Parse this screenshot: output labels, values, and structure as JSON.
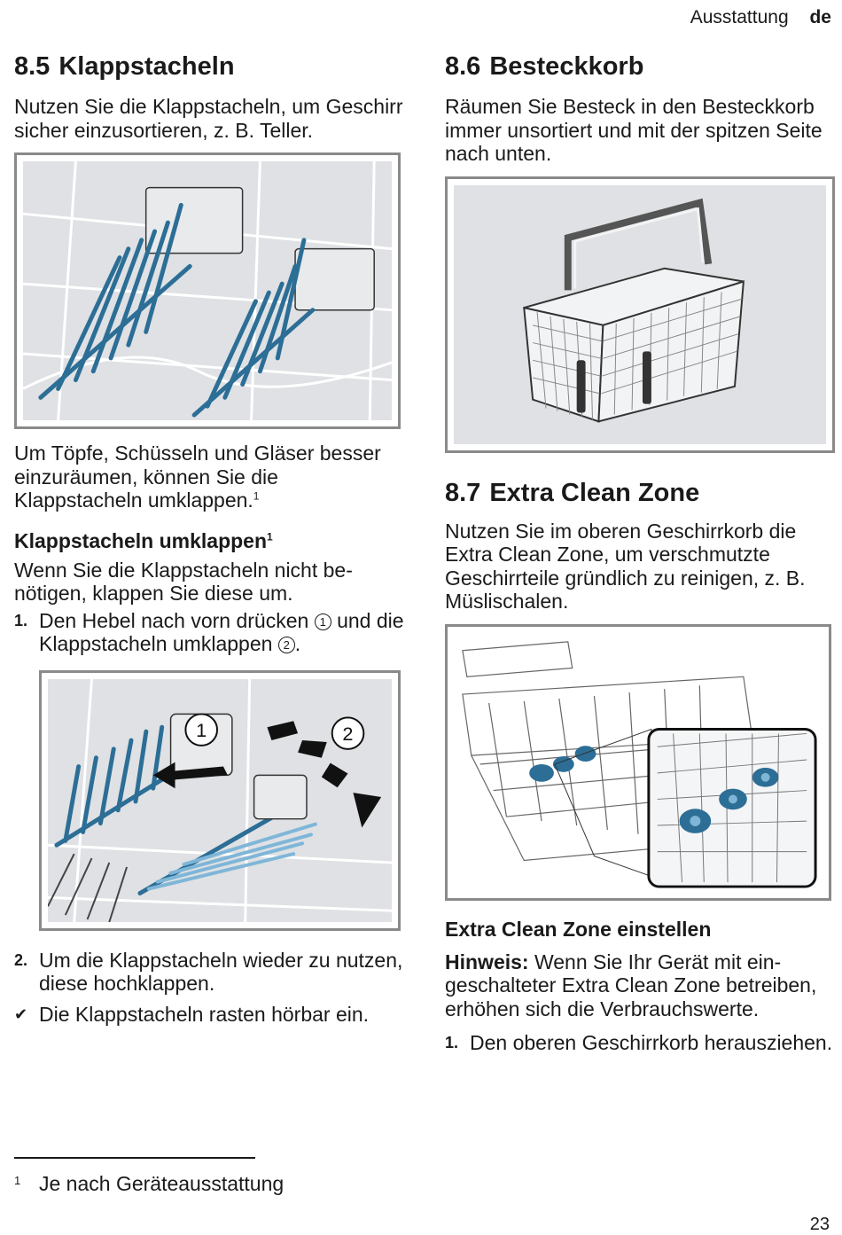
{
  "header": {
    "section": "Ausstattung",
    "lang": "de"
  },
  "s85": {
    "num": "8.5",
    "title": "Klappstacheln",
    "intro": "Nutzen Sie die Klappstacheln, um Geschirr sicher einzusortieren, z. B. Teller.",
    "para2": "Um Töpfe, Schüsseln und Gläser besser einzuräumen, können Sie die Klappstacheln umklappen.",
    "para2_sup": "1",
    "sub_title": "Klappstacheln umklappen",
    "sub_sup": "1",
    "sub_text": "Wenn Sie die Klappstacheln nicht be­nötigen, klappen Sie diese um.",
    "step1_num": "1.",
    "step1_a": "Den Hebel nach vorn drücken",
    "step1_c1": "1",
    "step1_b": "und die Klappstacheln umklappen",
    "step1_c2": "2",
    "step1_end": ".",
    "fig_label1": "1",
    "fig_label2": "2",
    "step2_num": "2.",
    "step2_text": "Um die Klappstacheln wieder zu nutzen, diese hochklappen.",
    "result_mark": "✔",
    "result_text": "Die Klappstacheln rasten hörbar ein."
  },
  "s86": {
    "num": "8.6",
    "title": "Besteckkorb",
    "intro": "Räumen Sie Besteck in den Besteck­korb immer unsortiert und mit der spitzen Seite nach unten."
  },
  "s87": {
    "num": "8.7",
    "title": "Extra Clean Zone",
    "intro": "Nutzen Sie im oberen Geschirrkorb die Extra Clean Zone, um ver­schmutzte Geschirrteile gründlich zu reinigen, z. B. Müslischalen.",
    "sub_title": "Extra Clean Zone einstellen",
    "note_label": "Hinweis:",
    "note_text": "Wenn Sie Ihr Gerät mit ein­geschalteter Extra Clean Zone betrei­ben, erhöhen sich die Verbrauchs­werte.",
    "step1_num": "1.",
    "step1_text": "Den oberen Geschirrkorb heraus­ziehen."
  },
  "footnote": {
    "mark": "1",
    "text": "Je nach Geräteausstattung"
  },
  "page_number": "23",
  "colors": {
    "accent_blue": "#2c6e96",
    "figure_bg": "#dfe1e4",
    "figure_border": "#8a8a8a"
  }
}
